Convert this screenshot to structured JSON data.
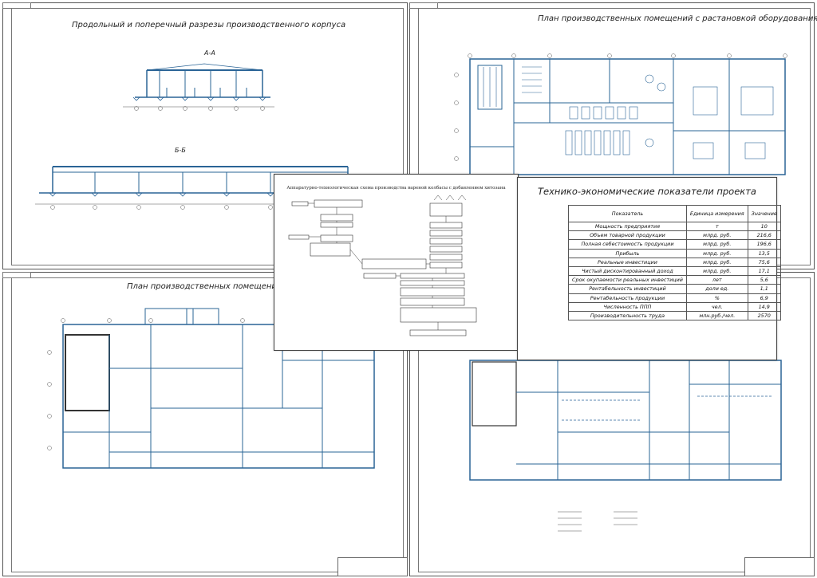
{
  "sheets": {
    "sections_title": "Продольный и поперечный разрезы производственного корпуса",
    "section_aa": "А-А",
    "section_bb": "Б-Б",
    "layout_equipment_title": "План производственных помещений с растановкой оборудования",
    "layout_title": "План производственных помещений"
  },
  "scheme": {
    "title": "Аппаратурно-технологическая схема производства вареной колбасы с добавлением хитозана"
  },
  "tep": {
    "title": "Технико-экономические показатели проекта",
    "headers": [
      "Показатель",
      "Единица измерения",
      "Значение"
    ],
    "rows": [
      {
        "name": "Мощность предприятия",
        "unit": "т",
        "value": "10"
      },
      {
        "name": "Объем товарной продукции",
        "unit": "млрд. руб.",
        "value": "216,6"
      },
      {
        "name": "Полная себестоимость продукции",
        "unit": "млрд. руб.",
        "value": "196,6"
      },
      {
        "name": "Прибыль",
        "unit": "млрд. руб.",
        "value": "13,5"
      },
      {
        "name": "Реальные инвестиции",
        "unit": "млрд. руб.",
        "value": "75,6"
      },
      {
        "name": "Чистый дисконтированный доход",
        "unit": "млрд. руб.",
        "value": "17,1"
      },
      {
        "name": "Срок окупаемости реальных инвестиций",
        "unit": "лет",
        "value": "5,6"
      },
      {
        "name": "Рентабельность инвестиций",
        "unit": "доли ед.",
        "value": "1,1"
      },
      {
        "name": "Рентабельность продукции",
        "unit": "%",
        "value": "6,9"
      },
      {
        "name": "Численность ППП",
        "unit": "чел.",
        "value": "14,9"
      },
      {
        "name": "Производительность труда",
        "unit": "млн.руб./чел.",
        "value": "2570"
      }
    ]
  },
  "colors": {
    "drawing_line": "#2a6496",
    "frame": "#555555",
    "text": "#222222"
  }
}
